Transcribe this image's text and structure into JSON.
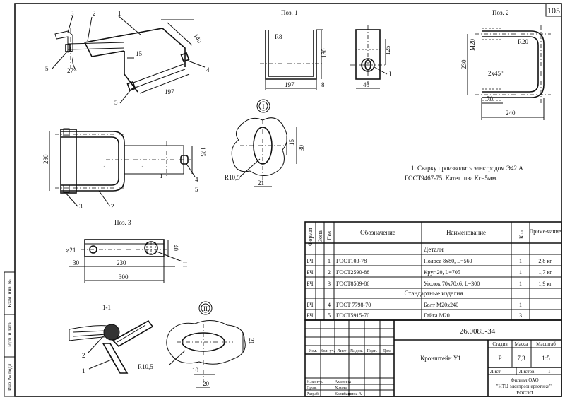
{
  "sheet": {
    "page_number": "105",
    "views": {
      "pos1": "Поз. 1",
      "pos2": "Поз. 2",
      "pos3": "Поз. 3",
      "section": "1-1",
      "detail_1": "I",
      "detail_2": "II"
    },
    "dimensions": {
      "iso_140": "140",
      "iso_15": "15",
      "iso_27": "27°",
      "iso_197": "197",
      "p1_r8": "R8",
      "p1_180": "180",
      "p1_197": "197",
      "p1_8": "8",
      "p1_125": "125",
      "p1_40": "40",
      "p2_m20": "M20",
      "p2_r20": "R20",
      "p2_230": "230",
      "p2_chamfer": "2x45°",
      "p2_70": "70",
      "p2_240": "240",
      "pl_230": "230",
      "pl_125": "125",
      "d1_15": "15",
      "d1_30": "30",
      "d1_r105": "R10,5",
      "d1_21": "21",
      "p3_dia21": "⌀21",
      "p3_40": "40",
      "p3_30": "30",
      "p3_230": "230",
      "p3_300": "300",
      "d2_r105": "R10,5",
      "d2_21": "21",
      "d2_10": "10",
      "d2_20": "20"
    },
    "leaders": {
      "iso_1": "1",
      "iso_2": "2",
      "iso_3": "3",
      "iso_4": "4",
      "iso_5a": "5",
      "iso_5b": "5",
      "p1_I": "I",
      "pl_1a": "1",
      "pl_1b": "1",
      "pl_1c": "1",
      "pl_2": "2",
      "pl_3": "3",
      "pl_4": "4",
      "pl_5": "5",
      "p3_II": "II",
      "sec_1": "1",
      "sec_2": "2"
    },
    "notes": {
      "line1": "1. Сварку производить электродом Э42 А",
      "line2": "ГОСТ9467-75. Катет шва Кг=5мм."
    },
    "bom": {
      "headers": {
        "format": "Формат",
        "zone": "Зона",
        "pos": "Поз.",
        "designation": "Обозначение",
        "name": "Наименование",
        "qty": "Кол.",
        "note": "Приме-чание"
      },
      "section_details": "Детали",
      "section_standard": "Стандартные изделия",
      "rows": [
        {
          "format": "БЧ",
          "pos": "1",
          "designation": "ГОСТ103-78",
          "name": "Полоса 8x80, L=560",
          "qty": "1",
          "note": "2,8 кг"
        },
        {
          "format": "БЧ",
          "pos": "2",
          "designation": "ГОСТ2590-88",
          "name": "Круг 20, L=705",
          "qty": "1",
          "note": "1,7 кг"
        },
        {
          "format": "БЧ",
          "pos": "3",
          "designation": "ГОСТ8509-86",
          "name": "Уголок 70x70x6, L=300",
          "qty": "1",
          "note": "1,9 кг"
        }
      ],
      "rows_std": [
        {
          "format": "БЧ",
          "pos": "4",
          "designation": "ГОСТ 7798-70",
          "name": "Болт М20x240",
          "qty": "1",
          "note": ""
        },
        {
          "format": "БЧ",
          "pos": "5",
          "designation": "ГОСТ5915-70",
          "name": "Гайка М20",
          "qty": "3",
          "note": ""
        }
      ]
    },
    "title_block": {
      "doc_number": "26.0085-34",
      "title": "Кронштейн У1",
      "stage_label": "Стадия",
      "mass_label": "Масса",
      "scale_label": "Масштаб",
      "stage": "Р",
      "mass": "7,3",
      "scale": "1:5",
      "sheet_label": "Лист",
      "sheets_label": "Листов",
      "sheets": "1",
      "company_1": "Филиал ОАО",
      "company_2": "\"НТЦ электроэнергетики\"-",
      "company_3": "РОСЭП",
      "col_izm": "Изм.",
      "col_kolu": "Кол. уч.",
      "col_list": "Лист",
      "col_ndok": "№ док.",
      "col_podp": "Подп.",
      "col_data": "Дата",
      "role_nkontr": "Н. контр.",
      "role_prov": "Пров.",
      "role_razrab": "Разраб",
      "name_nkontr": "Амелина",
      "name_prov": "Хохова",
      "name_razrab": "Колибашина А"
    },
    "side_stamp": {
      "inv_podl": "Инв. № подл.",
      "podp_data": "Подп. и дата",
      "vzam_inv": "Взам. инв. №"
    }
  }
}
